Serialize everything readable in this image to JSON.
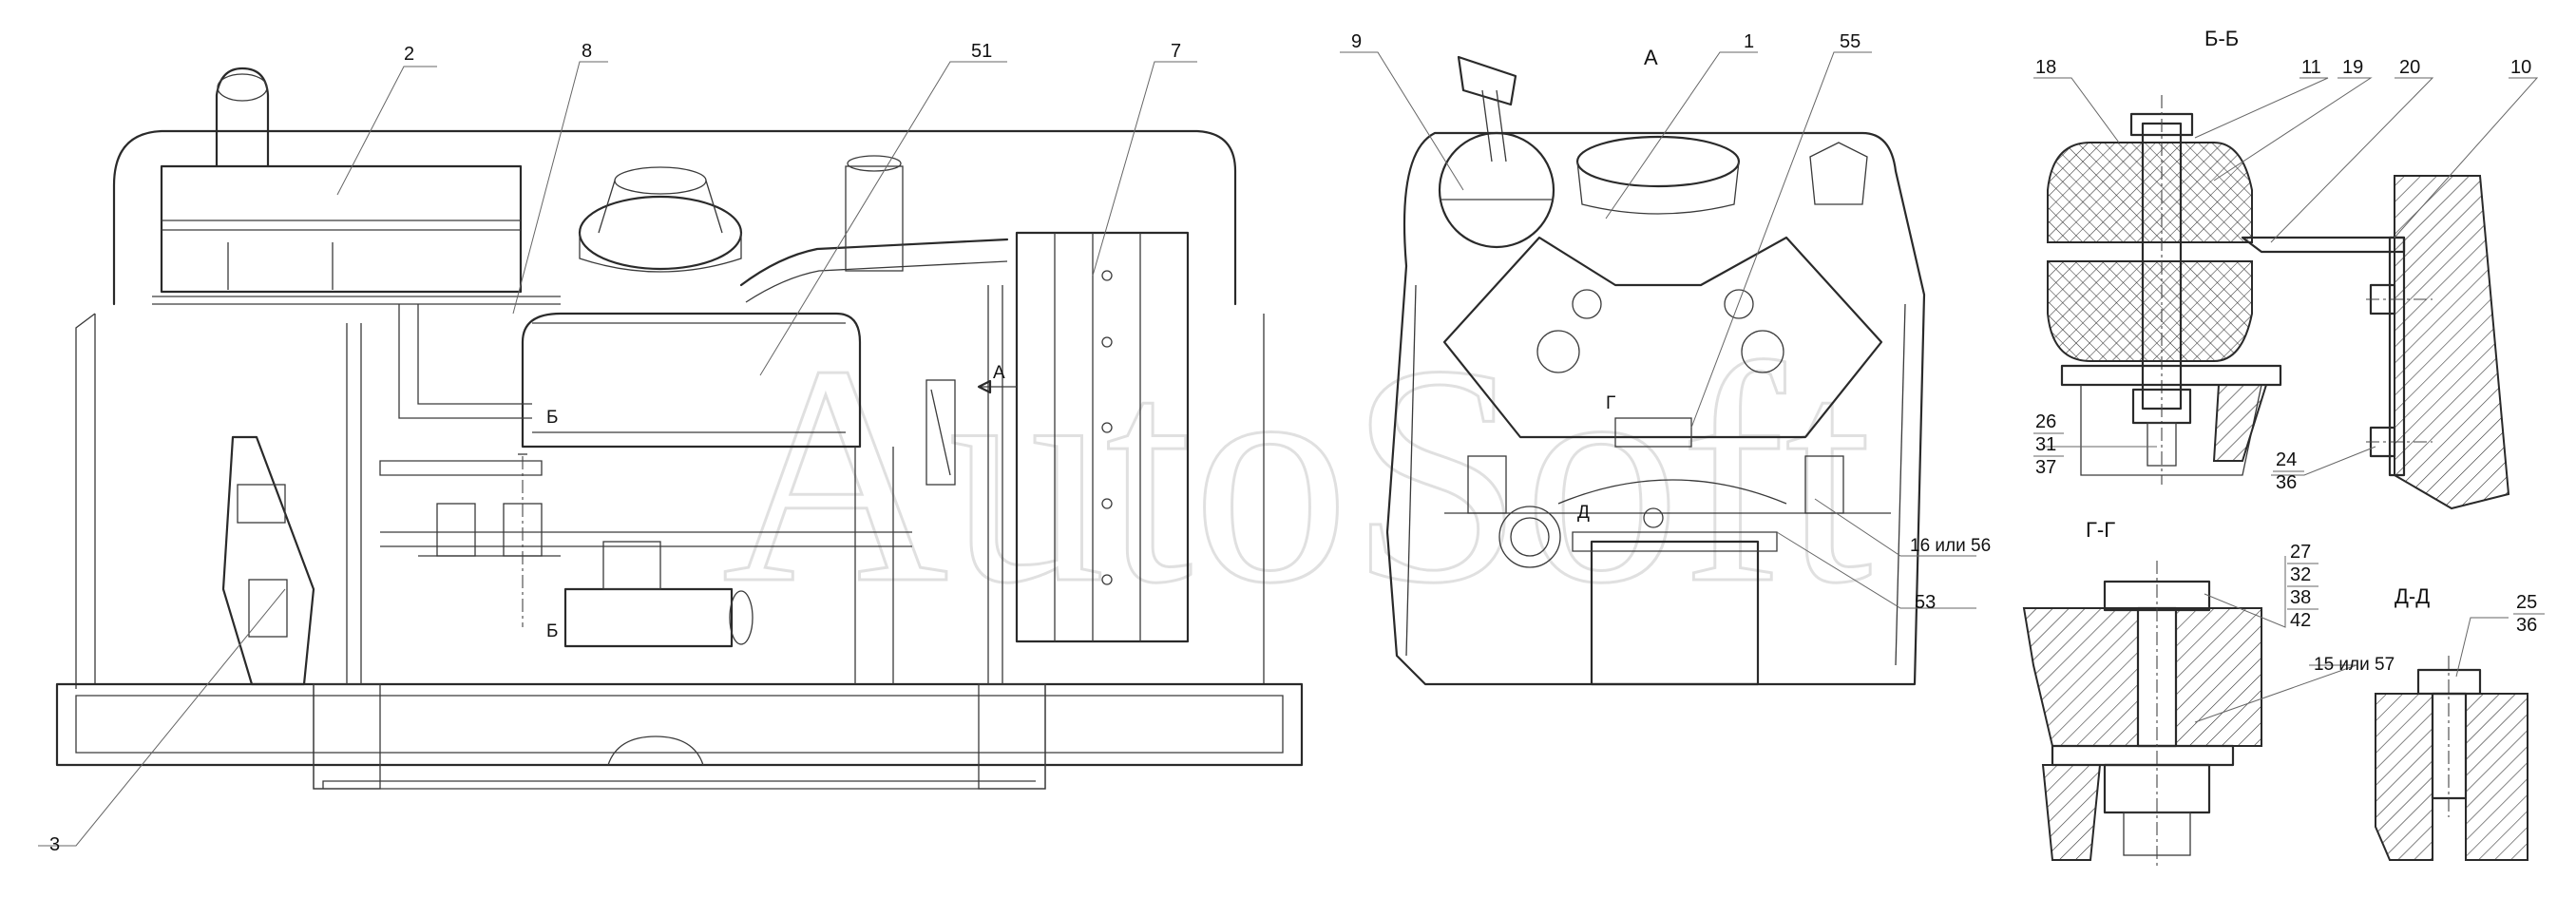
{
  "views": {
    "view_a": "А",
    "section_bb": "Б-Б",
    "section_gg": "Г-Г",
    "section_dd": "Д-Д"
  },
  "section_marks": {
    "b_top": "Б",
    "b_bottom": "Б",
    "a_arrow": "А",
    "d_mark": "Д",
    "g_mark": "Г"
  },
  "callouts": {
    "c2": "2",
    "c8": "8",
    "c51": "51",
    "c7": "7",
    "c3": "3",
    "c9": "9",
    "c1": "1",
    "c55": "55",
    "c16_56": "16 или 56",
    "c53": "53",
    "c18": "18",
    "c11": "11",
    "c19": "19",
    "c20": "20",
    "c10": "10",
    "c26": "26",
    "c31": "31",
    "c37": "37",
    "c24": "24",
    "c36a": "36",
    "c27": "27",
    "c32": "32",
    "c38": "38",
    "c42": "42",
    "c15_57": "15 или 57",
    "c25": "25",
    "c36b": "36"
  },
  "watermark": "AutoSoft",
  "colors": {
    "line": "#2a2a2a",
    "background": "#ffffff",
    "watermark": "#d0d0d0"
  }
}
